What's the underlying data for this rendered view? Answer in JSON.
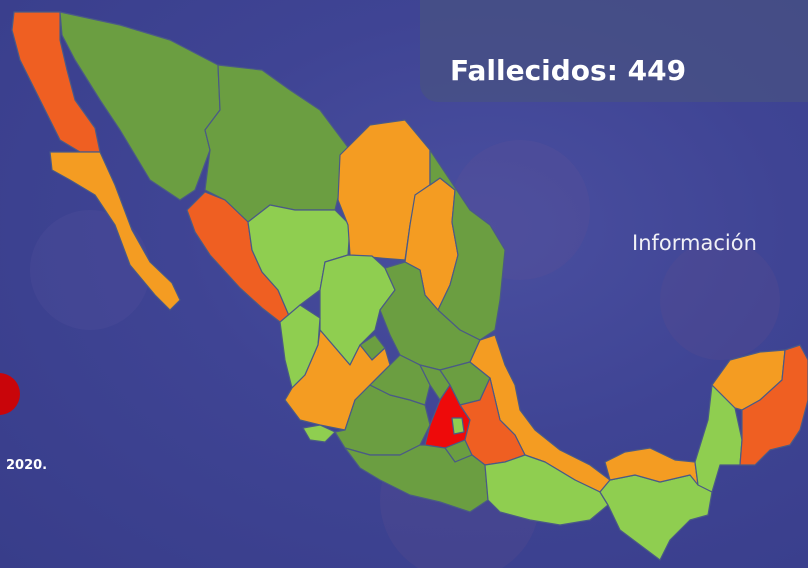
{
  "stats": {
    "deaths_text": "Fallecidos: 449"
  },
  "info_label": "Información",
  "date_note": "2020.",
  "colors": {
    "dark_green": "#6b9e41",
    "light_green": "#8fce50",
    "orange": "#f49c22",
    "dark_orange": "#ef5f22",
    "red": "#ee0a0a",
    "marker": "#c9050a"
  },
  "map": {
    "country": "Mexico",
    "level_color_keys": [
      "dark_green",
      "light_green",
      "orange",
      "dark_orange",
      "red"
    ]
  }
}
